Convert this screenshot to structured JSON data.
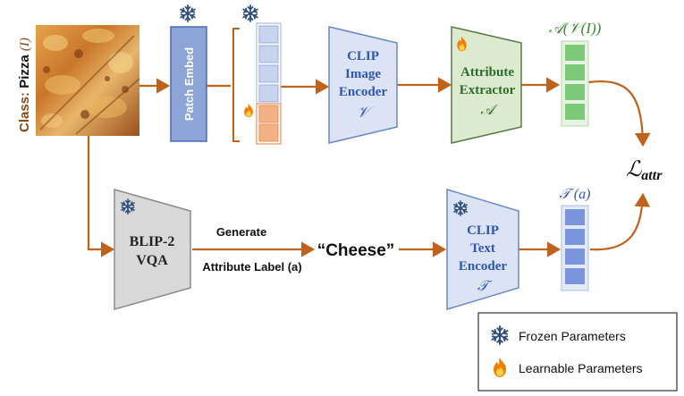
{
  "class_label": {
    "prefix": "Class: ",
    "name": "Pizza",
    "symbol": "(I)"
  },
  "patch_embed": {
    "label": "Patch Embed"
  },
  "image_encoder": {
    "line1": "CLIP",
    "line2": "Image",
    "line3": "Encoder",
    "symbol": "𝒱"
  },
  "attribute_extractor": {
    "line1": "Attribute",
    "line2": "Extractor",
    "symbol": "𝒜"
  },
  "attr_output_label": "𝒜(𝒱(I))",
  "loss": {
    "main": "ℒ",
    "sub": "attr"
  },
  "vqa": {
    "line1": "BLIP-2",
    "line2": "VQA"
  },
  "generate": {
    "line1": "Generate",
    "line2": "Attribute Label (a)"
  },
  "attribute_word": "“Cheese”",
  "text_encoder": {
    "line1": "CLIP",
    "line2": "Text",
    "line3": "Encoder",
    "symbol": "𝒯"
  },
  "text_output_label": "𝒯 (a)",
  "legend": {
    "frozen": "Frozen Parameters",
    "learnable": "Learnable Parameters"
  },
  "colors": {
    "arrow": "#c0621a",
    "brown_text": "#7a3f0e",
    "patch_embed_fill": "#8ea4d6",
    "encoder_fill": "#dbe3f4",
    "extractor_fill": "#dcebd0",
    "green_cell": "#7cc978",
    "blue_cell": "#7b95dc",
    "orange_cell": "#f4b183",
    "vqa_fill": "#d9d9d9",
    "frozen_icon": "#2e4e7e",
    "fire_icon": "#f57c00"
  }
}
